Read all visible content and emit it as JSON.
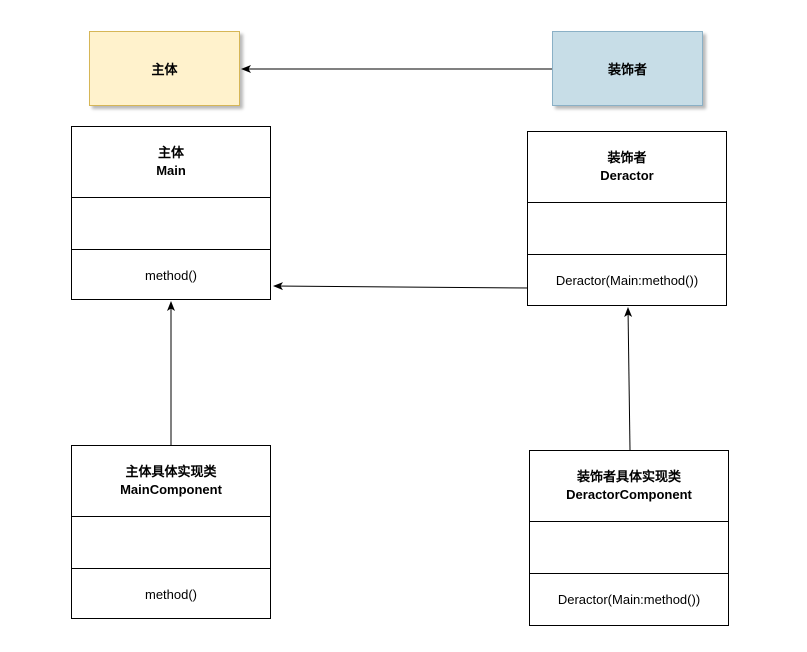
{
  "legend": {
    "subject_label": "主体",
    "decorator_label": "装饰者",
    "subject_fill": "#fff2cc",
    "subject_stroke": "#d6b656",
    "decorator_fill": "#c7dde7",
    "decorator_stroke": "#8ab0c6"
  },
  "classes": {
    "main": {
      "title_cn": "主体",
      "title_en": "Main",
      "operation": "method()"
    },
    "deractor": {
      "title_cn": "装饰者",
      "title_en": "Deractor",
      "operation": "Deractor(Main:method())"
    },
    "main_component": {
      "title_cn": "主体具体实现类",
      "title_en": "MainComponent",
      "operation": "method()"
    },
    "deractor_component": {
      "title_cn": "装饰者具体实现类",
      "title_en": "DeractorComponent",
      "operation": "Deractor(Main:method())"
    }
  },
  "edges": [
    {
      "from": "legend.decorator",
      "to": "legend.subject",
      "style": "arrow"
    },
    {
      "from": "classes.deractor",
      "to": "classes.main",
      "style": "arrow"
    },
    {
      "from": "classes.main_component",
      "to": "classes.main",
      "style": "arrow"
    },
    {
      "from": "classes.deractor_component",
      "to": "classes.deractor",
      "style": "arrow"
    }
  ]
}
